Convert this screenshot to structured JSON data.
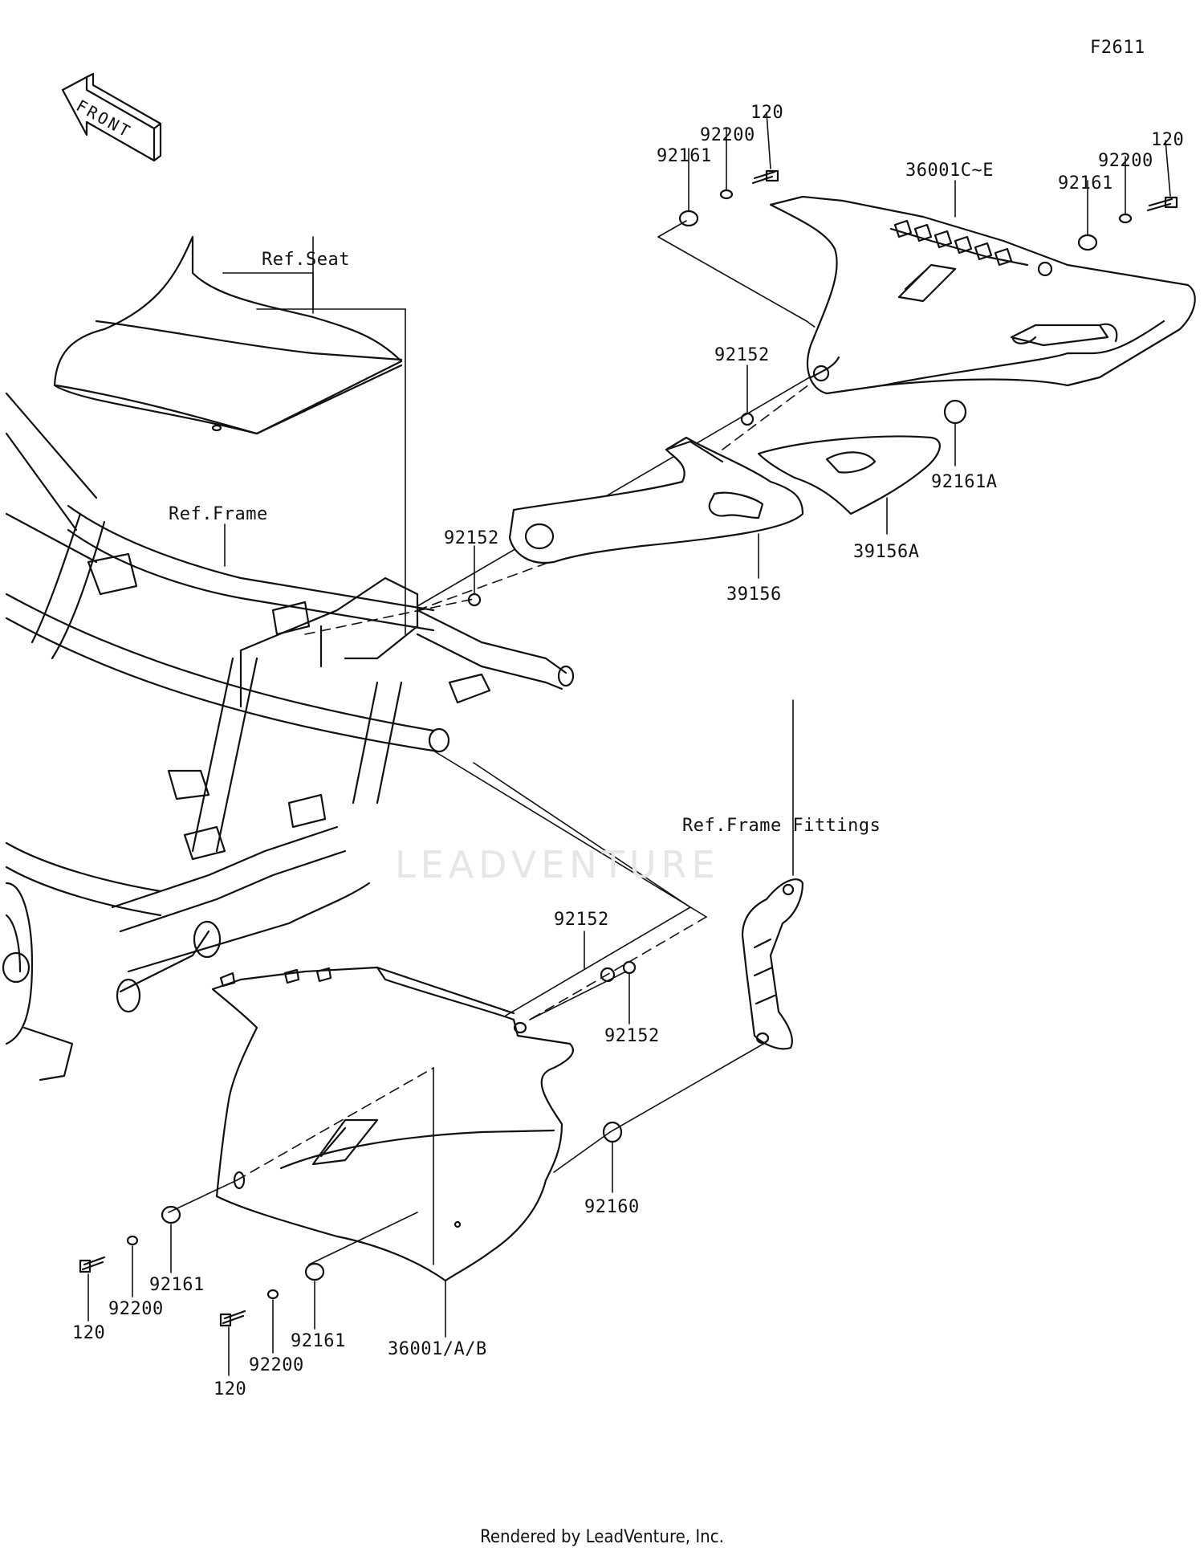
{
  "figure_code": "F2611",
  "front_arrow_label": "FRONT",
  "watermark": "LEADVENTURE",
  "footer": "Rendered by LeadVenture, Inc.",
  "refs": {
    "seat": "Ref.Seat",
    "frame": "Ref.Frame",
    "frame_fittings": "Ref.Frame Fittings"
  },
  "callouts": {
    "upper_bolt_a": "120",
    "upper_washer_a": "92200",
    "upper_grommet_a": "92161",
    "upper_cover": "36001C~E",
    "upper_bolt_b": "120",
    "upper_washer_b": "92200",
    "upper_grommet_b": "92161",
    "upper_clip_a": "92152",
    "upper_grommet_c": "92161A",
    "upper_clip_b": "92152",
    "pad_a": "39156A",
    "pad_b": "39156",
    "lower_clip_a": "92152",
    "lower_clip_b": "92152",
    "lower_grommet": "92160",
    "lower_grommet_a": "92161",
    "lower_washer_a": "92200",
    "lower_bolt_a": "120",
    "lower_grommet_b": "92161",
    "lower_washer_b": "92200",
    "lower_bolt_b": "120",
    "lower_cover": "36001/A/B"
  }
}
